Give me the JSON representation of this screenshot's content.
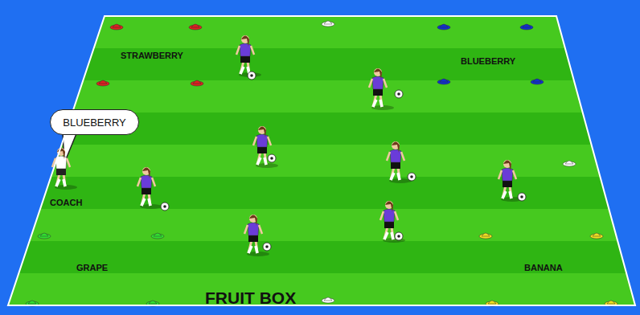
{
  "diagram": {
    "title": "FRUIT BOX",
    "nodes": [
      {
        "text": [
          "BLUEBERRY"
        ]
      }
    ],
    "labels": [
      "STRAWBERRY",
      "BLUEBERRY",
      "COACH",
      "GRAPE",
      "BANANA"
    ]
  }
}
